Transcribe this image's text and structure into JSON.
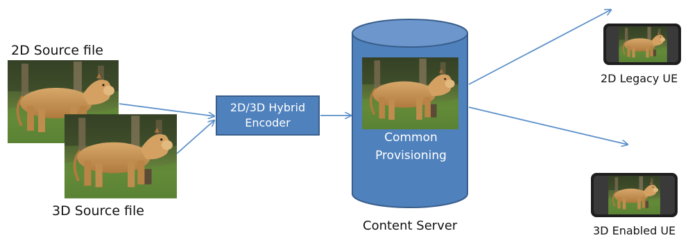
{
  "labels": {
    "source_2d": "2D Source file",
    "source_3d": "3D Source file",
    "server": "Content Server",
    "legacy_ue": "2D Legacy UE",
    "enabled_ue": "3D Enabled UE"
  },
  "encoder": {
    "line1": "2D/3D Hybrid",
    "line2": "Encoder"
  },
  "provisioning": {
    "line1": "Common",
    "line2": "Provisioning"
  },
  "colors": {
    "accent": "#4f81bd",
    "accent_border": "#385d8a",
    "arrow": "#5b8fc9"
  }
}
